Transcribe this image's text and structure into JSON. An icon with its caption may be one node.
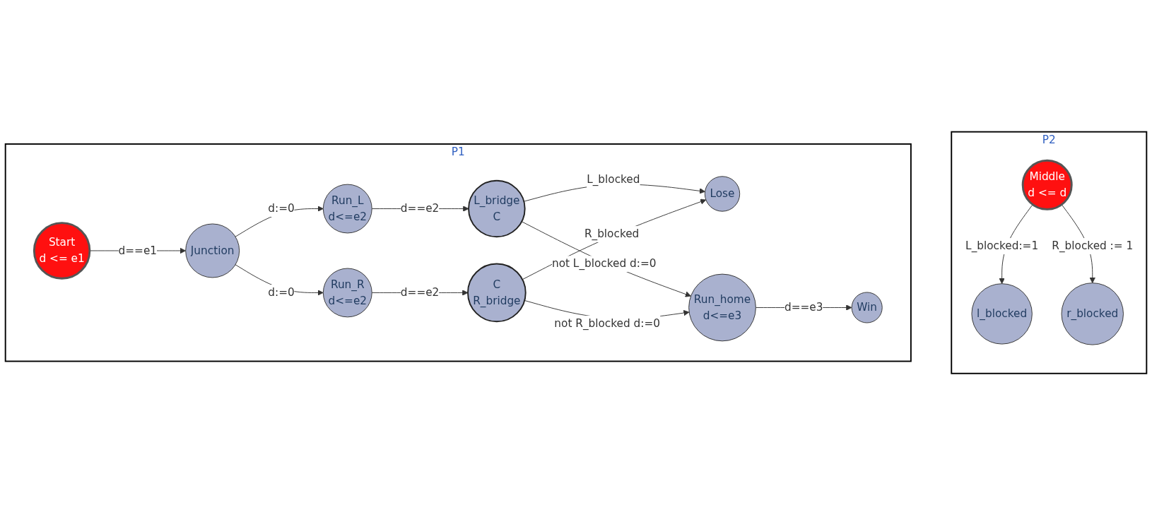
{
  "diagram": {
    "nodes": [
      {
        "text": [
          "P1"
        ]
      },
      {
        "text": [
          "Start",
          "d <= e1"
        ],
        "in": 0
      },
      {
        "text": [
          "Junction"
        ],
        "in": 0
      },
      {
        "text": [
          "Run_L",
          "d<=e2"
        ],
        "in": 0
      },
      {
        "text": [
          "L_bridge",
          "C"
        ],
        "in": 0
      },
      {
        "text": [
          "Lose"
        ],
        "in": 0
      },
      {
        "text": [
          "Run_home",
          "d<=e3"
        ],
        "in": 0
      },
      {
        "text": [
          "Win"
        ],
        "in": 0
      },
      {
        "text": [
          "Run_R",
          "d<=e2"
        ],
        "in": 0
      },
      {
        "text": [
          "C",
          "R_bridge"
        ],
        "in": 0
      },
      {
        "text": [
          "P2"
        ]
      },
      {
        "text": [
          "l_blocked"
        ],
        "in": 10
      },
      {
        "text": [
          "Middle",
          "d <= d"
        ],
        "in": 10
      },
      {
        "text": [
          "r_blocked"
        ],
        "in": 10
      }
    ],
    "edges": [
      {
        "from": 1,
        "to": 2,
        "arrow": "to",
        "label": "d==e1"
      },
      {
        "from": 2,
        "to": 3,
        "arrow": "to",
        "label": "d:=0"
      },
      {
        "from": 3,
        "to": 4,
        "arrow": "to",
        "label": "d==e2"
      },
      {
        "from": 4,
        "to": 5,
        "arrow": "to",
        "label": "L_blocked"
      },
      {
        "from": 4,
        "to": 6,
        "arrow": "to",
        "label": "not L_blocked d:=0"
      },
      {
        "from": 6,
        "to": 7,
        "arrow": "to",
        "label": "d==e3"
      },
      {
        "from": 2,
        "to": 8,
        "arrow": "to",
        "label": "d:=0"
      },
      {
        "from": 8,
        "to": 9,
        "arrow": "to",
        "label": "d==e2"
      },
      {
        "from": 9,
        "to": 5,
        "arrow": "to",
        "label": "R_blocked"
      },
      {
        "from": 9,
        "to": 6,
        "arrow": "to",
        "label": "not R_blocked d:=0"
      },
      {
        "from": 12,
        "to": 11,
        "arrow": "to",
        "label": "L_blocked:=1"
      },
      {
        "from": 12,
        "to": 13,
        "arrow": "to",
        "label": "R_blocked := 1"
      }
    ]
  }
}
